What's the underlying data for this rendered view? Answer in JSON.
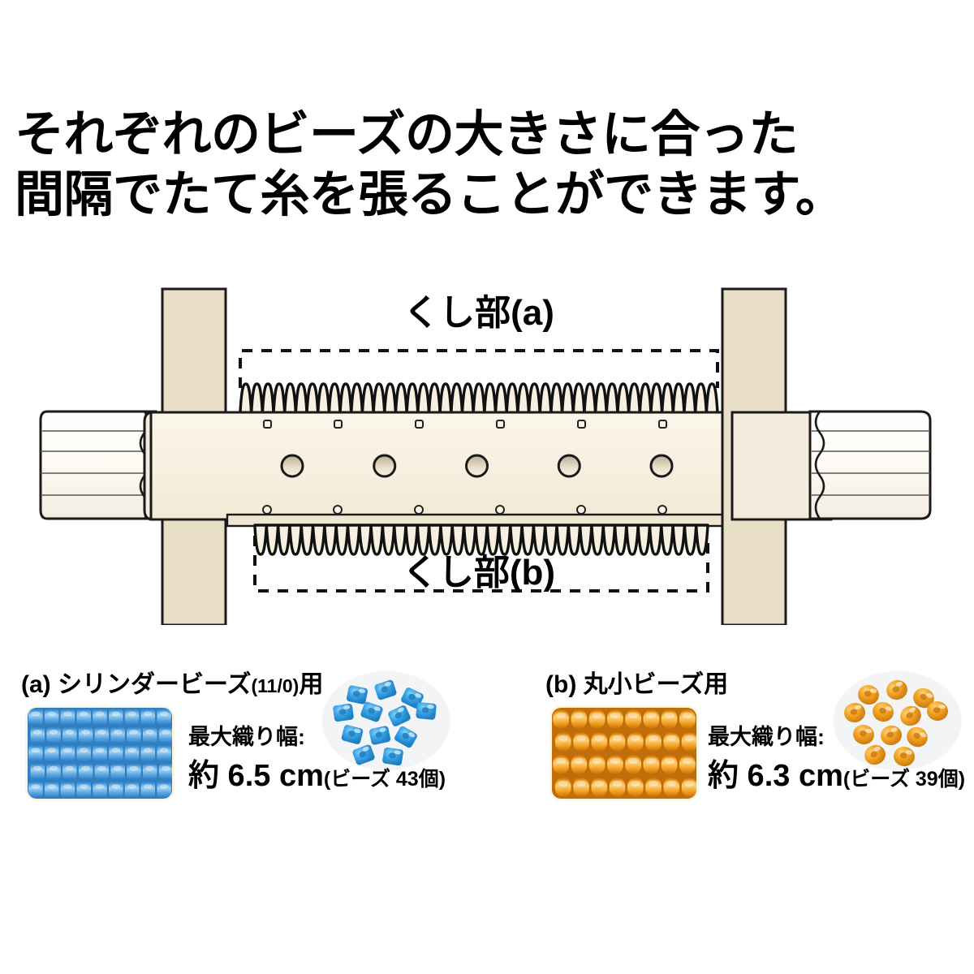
{
  "headline": {
    "line1": "それぞれのビーズの大きさに合った",
    "line2": "間隔でたて糸を張ることができます。"
  },
  "diagram": {
    "label_top": "くし部(a)",
    "label_bottom": "くし部(b)",
    "holes_count": 5,
    "comb_a_teeth": 43,
    "comb_b_teeth": 39,
    "colors": {
      "post": "#e9dec6",
      "beam": "#f7f0e2",
      "knob": "#fbf8f2",
      "outline": "#1a1a1a"
    }
  },
  "panels": [
    {
      "id": "a",
      "title_main": "(a) シリンダービーズ",
      "title_small": "(11/0)",
      "title_tail": "用",
      "measure_label": "最大織り幅:",
      "measure_value": "約 6.5 cm",
      "measure_note": "(ビーズ 43個)",
      "swatch": {
        "type": "cylinder-grid",
        "cols": 9,
        "rows": 5,
        "color": "#5ba6e0",
        "color_light": "#9fd0f2",
        "color_dark": "#2f7fc4"
      },
      "loose": {
        "color": "#3aa5e8",
        "color_light": "#8fd3f6",
        "color_dark": "#1d7ec0",
        "count": 12
      }
    },
    {
      "id": "b",
      "title_main": "(b) 丸小ビーズ",
      "title_small": "",
      "title_tail": "用",
      "measure_label": "最大織り幅:",
      "measure_value": "約 6.3 cm",
      "measure_note": "(ビーズ 39個)",
      "swatch": {
        "type": "round-grid",
        "cols": 8,
        "rows": 4,
        "color": "#f4a020",
        "color_light": "#fdd076",
        "color_dark": "#c06d0a"
      },
      "loose": {
        "color": "#f5a623",
        "color_light": "#ffd27a",
        "color_dark": "#cc7a10",
        "count": 12
      }
    }
  ]
}
